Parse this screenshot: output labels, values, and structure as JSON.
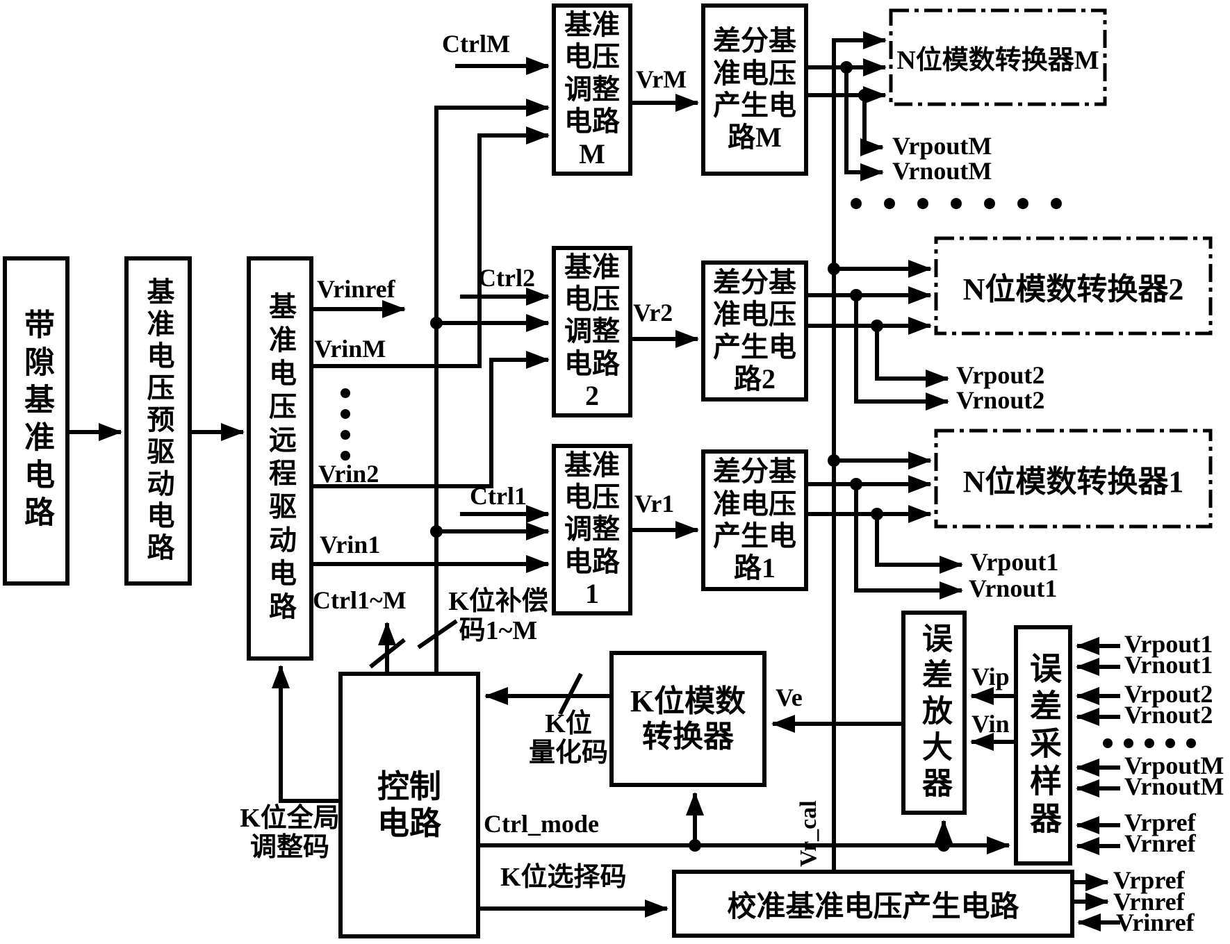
{
  "diagram": {
    "colors": {
      "ink": "#000000",
      "background": "#ffffff"
    },
    "blocks": {
      "bandgap": "带隙基准电路",
      "pre_driver": "基准电压预驱动电路",
      "remote_driver": "基准电压远程驱动电路",
      "adjust_m": "基准电压调整电路M",
      "adjust_2": "基准电压调整电路2",
      "adjust_1": "基准电压调整电路1",
      "diff_m": "差分基准电压产生电路M",
      "diff_2": "差分基准电压产生电路2",
      "diff_1": "差分基准电压产生电路1",
      "adc_m": "N位模数转换器M",
      "adc_2": "N位模数转换器2",
      "adc_1": "N位模数转换器1",
      "control": "控制电路",
      "k_adc": "K位模数转换器",
      "error_amp": "误差放大器",
      "error_sampler": "误差采样器",
      "cal_ref_gen": "校准基准电压产生电路"
    },
    "signals": {
      "vrinref": "Vrinref",
      "vrin_m": "VrinM",
      "vrin_2": "Vrin2",
      "vrin_1": "Vrin1",
      "ctrl_m": "CtrlM",
      "ctrl_2": "Ctrl2",
      "ctrl_1": "Ctrl1",
      "vr_m": "VrM",
      "vr_2": "Vr2",
      "vr_1": "Vr1",
      "vrpout_m": "VrpoutM",
      "vrnout_m": "VrnoutM",
      "vrpout_2": "Vrpout2",
      "vrnout_2": "Vrnout2",
      "vrpout_1": "Vrpout1",
      "vrnout_1": "Vrnout1",
      "ctrl_1_to_m": "Ctrl1~M",
      "comp_code_line1": "K位补偿",
      "comp_code_line2": "码1~M",
      "global_code_line1": "K位全局",
      "global_code_line2": "调整码",
      "quant_code_line1": "K位",
      "quant_code_line2": "量化码",
      "ctrl_mode": "Ctrl_mode",
      "select_code": "K位选择码",
      "ve": "Ve",
      "vip": "Vip",
      "vin": "Vin",
      "vr_cal": "Vr_cal",
      "vrpref": "Vrpref",
      "vrnref": "Vrnref"
    }
  }
}
